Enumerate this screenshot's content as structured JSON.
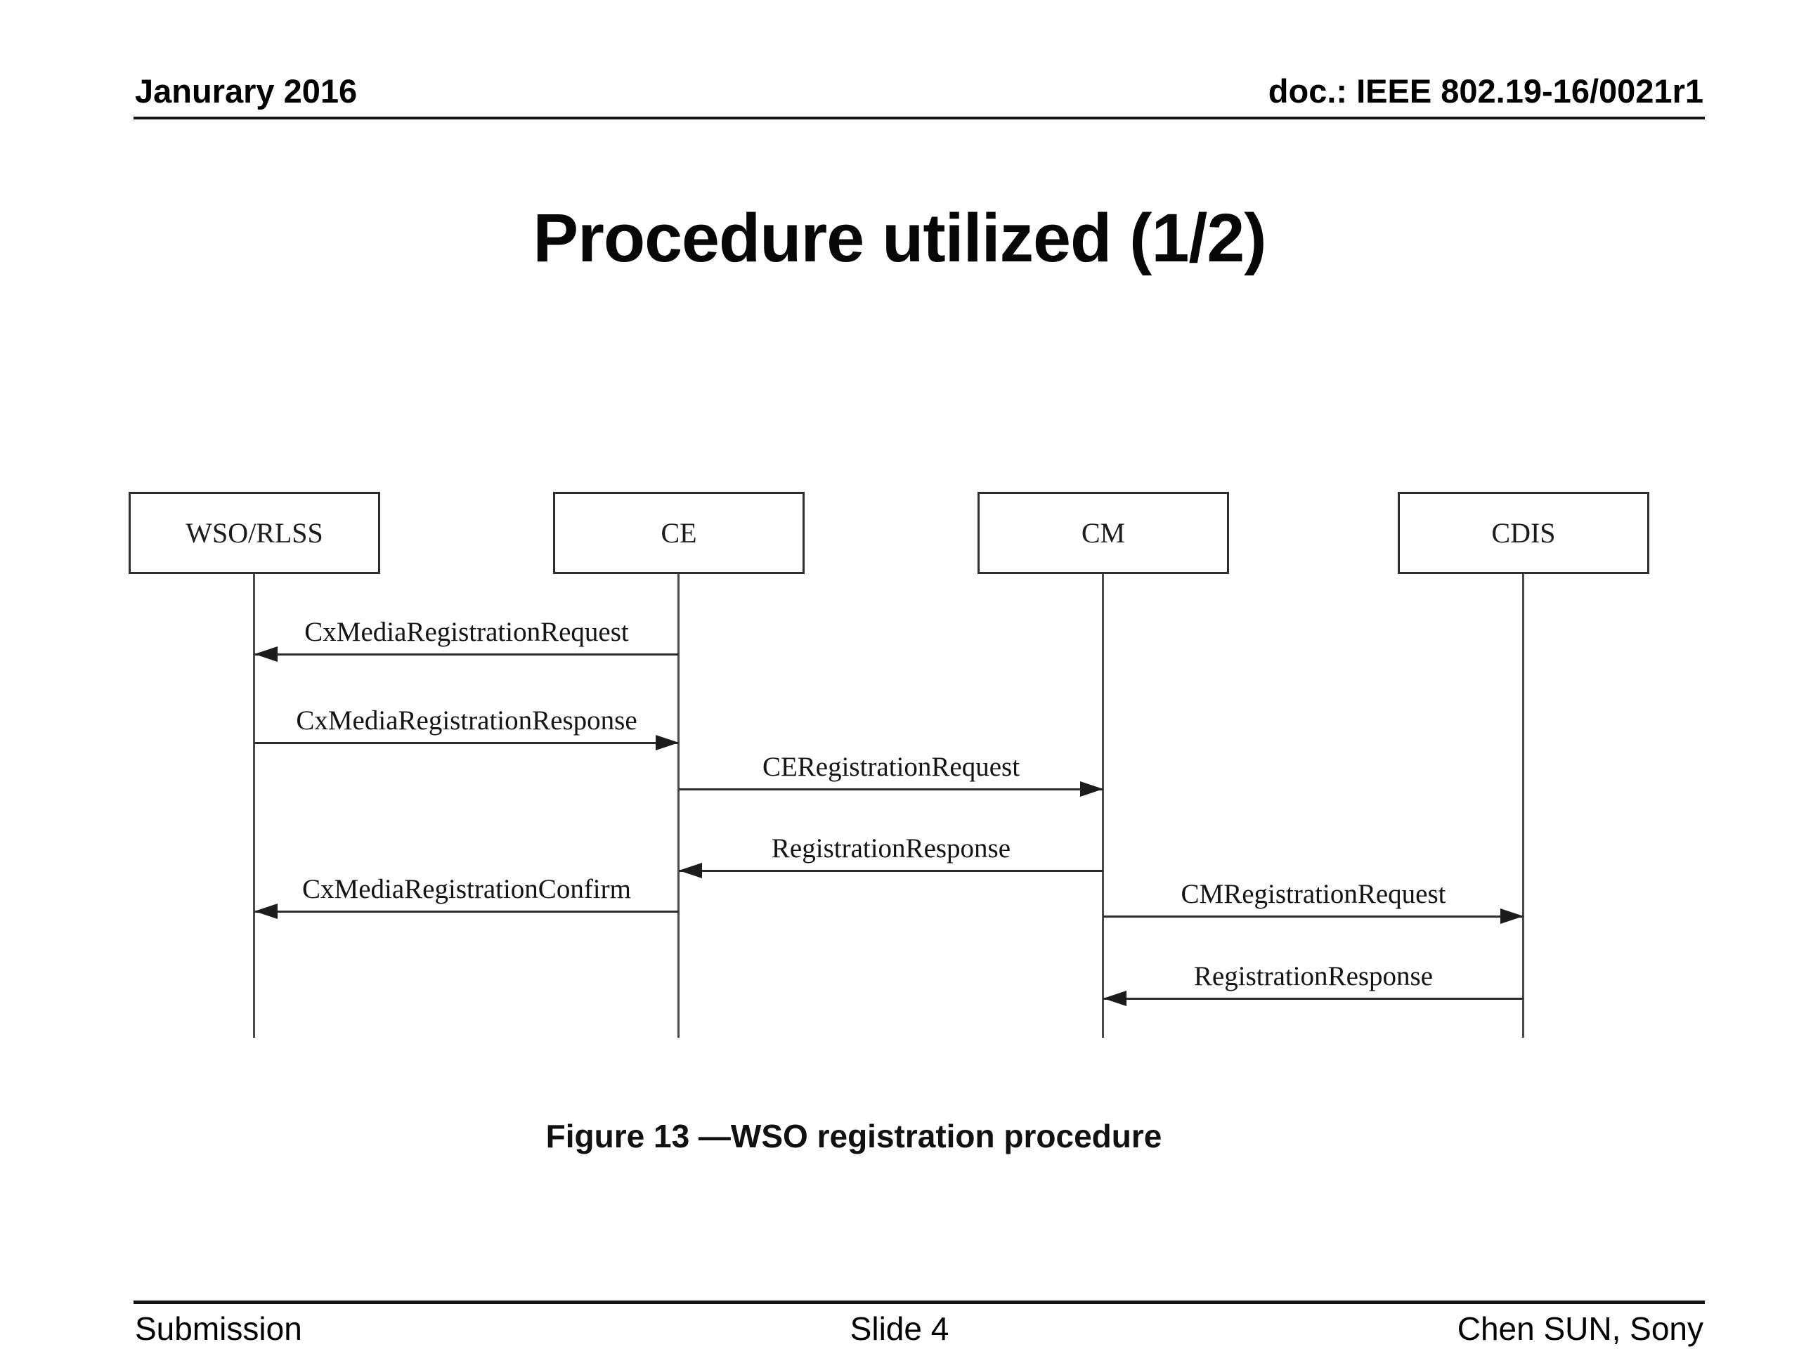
{
  "header": {
    "date": "Janurary 2016",
    "doc": "doc.: IEEE 802.19-16/0021r1"
  },
  "title": "Procedure utilized (1/2)",
  "diagram": {
    "type": "sequence-diagram",
    "actors": [
      {
        "label": "WSO/RLSS"
      },
      {
        "label": "CE"
      },
      {
        "label": "CM"
      },
      {
        "label": "CDIS"
      }
    ],
    "messages": [
      {
        "label": "CxMediaRegistrationRequest",
        "from": "CE",
        "to": "WSO/RLSS",
        "direction": "left"
      },
      {
        "label": "CxMediaRegistrationResponse",
        "from": "WSO/RLSS",
        "to": "CE",
        "direction": "right"
      },
      {
        "label": "CERegistrationRequest",
        "from": "CE",
        "to": "CM",
        "direction": "right"
      },
      {
        "label": "RegistrationResponse",
        "from": "CM",
        "to": "CE",
        "direction": "left"
      },
      {
        "label": "CxMediaRegistrationConfirm",
        "from": "CE",
        "to": "WSO/RLSS",
        "direction": "left"
      },
      {
        "label": "CMRegistrationRequest",
        "from": "CM",
        "to": "CDIS",
        "direction": "right"
      },
      {
        "label": "RegistrationResponse",
        "from": "CDIS",
        "to": "CM",
        "direction": "left"
      }
    ]
  },
  "caption": "Figure 13 —WSO registration procedure",
  "footer": {
    "left": "Submission",
    "center": "Slide 4",
    "right": "Chen SUN, Sony"
  },
  "colors": {
    "background": "#ffffff",
    "ink": "#0a0a0a",
    "diagram_stroke": "#2e2e2e"
  }
}
